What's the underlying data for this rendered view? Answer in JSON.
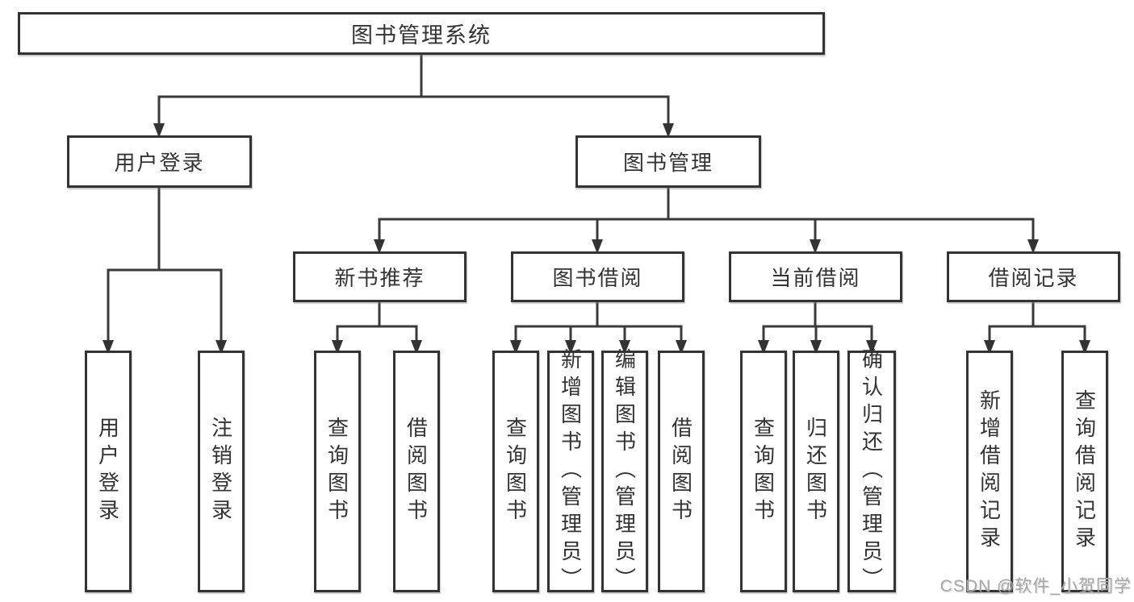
{
  "diagram": {
    "root": "图书管理系统",
    "level2": {
      "user_login": "用户登录",
      "book_mgmt": "图书管理"
    },
    "level3": {
      "new_books": "新书推荐",
      "book_borrow": "图书借阅",
      "current_borrow": "当前借阅",
      "borrow_records": "借阅记录"
    },
    "leaves": {
      "user_login": "用户登录",
      "logout": "注销登录",
      "nb_query_books": "查询图书",
      "nb_borrow_books": "借阅图书",
      "bb_query_books": "查询图书",
      "bb_add_books": "新增图书（管理员）",
      "bb_edit_books": "编辑图书（管理员）",
      "bb_borrow_books": "借阅图书",
      "cb_query_books": "查询图书",
      "cb_return_books": "归还图书",
      "cb_confirm_return": "确认归还（管理员）",
      "br_add_record": "新增借阅记录",
      "br_query_record": "查询借阅记录"
    }
  },
  "watermark": "CSDN @软件_小贺同学",
  "colors": {
    "line": "#3a3a3a",
    "border": "#333333",
    "text": "#333333",
    "watermark": "#a8a8a8",
    "background": "#ffffff"
  }
}
